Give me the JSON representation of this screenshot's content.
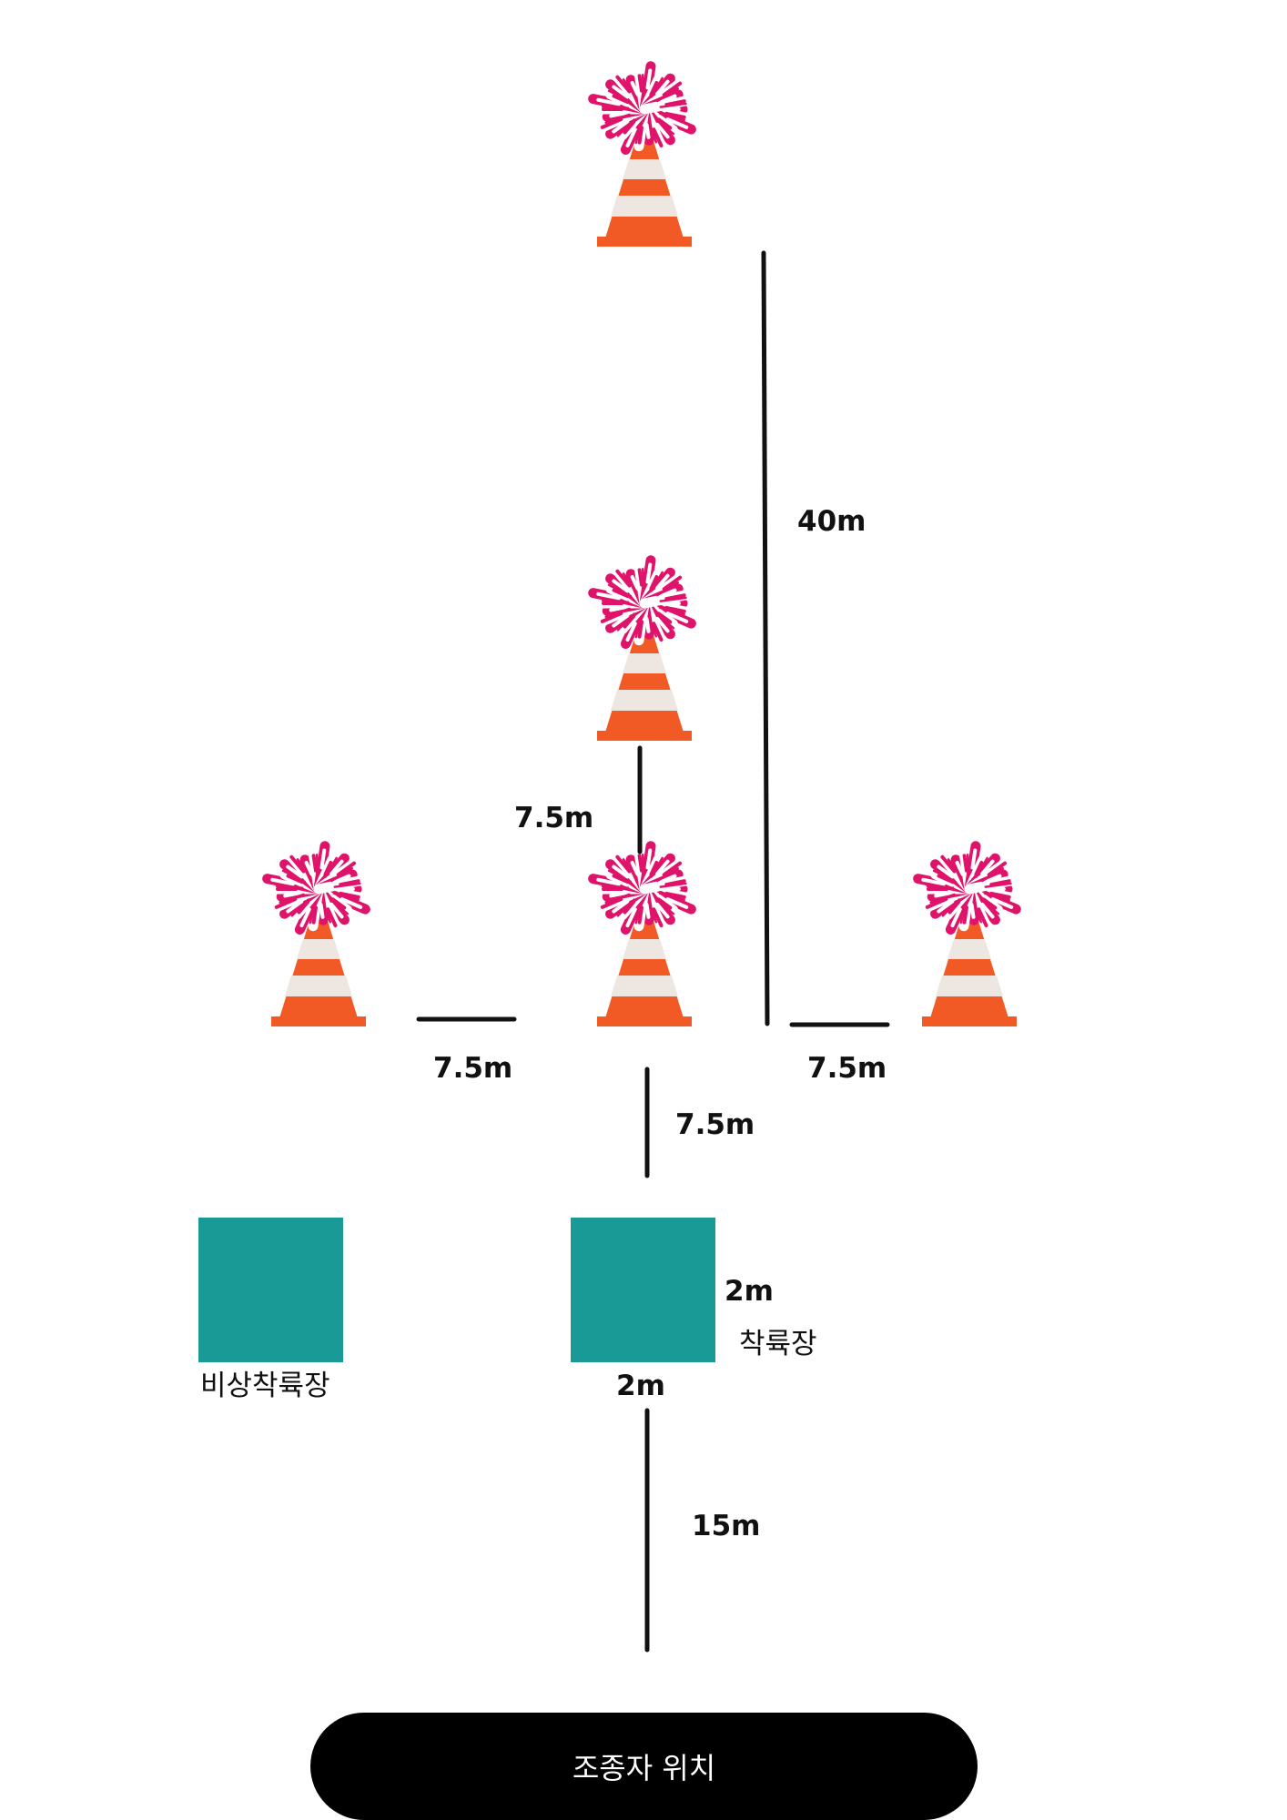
{
  "colors": {
    "cone_orange": "#F15A24",
    "cone_stripe": "#EDE6E1",
    "pompom_pink": "#E0136B",
    "pompom_white": "#FFFFFF",
    "pad_teal": "#1A9A96",
    "arrow": "#111111",
    "pilot_bar": "#000000",
    "pilot_text": "#FFFFFF"
  },
  "icons": [
    "traffic-cone-icon",
    "pompom-icon",
    "double-arrow-icon"
  ],
  "distances": {
    "top_vertical": "40m",
    "center_between_cones": "7.5m",
    "left_horizontal": "7.5m",
    "right_horizontal": "7.5m",
    "center_to_pad": "7.5m",
    "pad_to_pilot": "15m"
  },
  "landing_pad": {
    "label": "착륙장",
    "height_label": "2m",
    "width_label": "2m"
  },
  "emergency_pad": {
    "label": "비상착륙장"
  },
  "pilot_position": {
    "label": "조종자 위치"
  }
}
